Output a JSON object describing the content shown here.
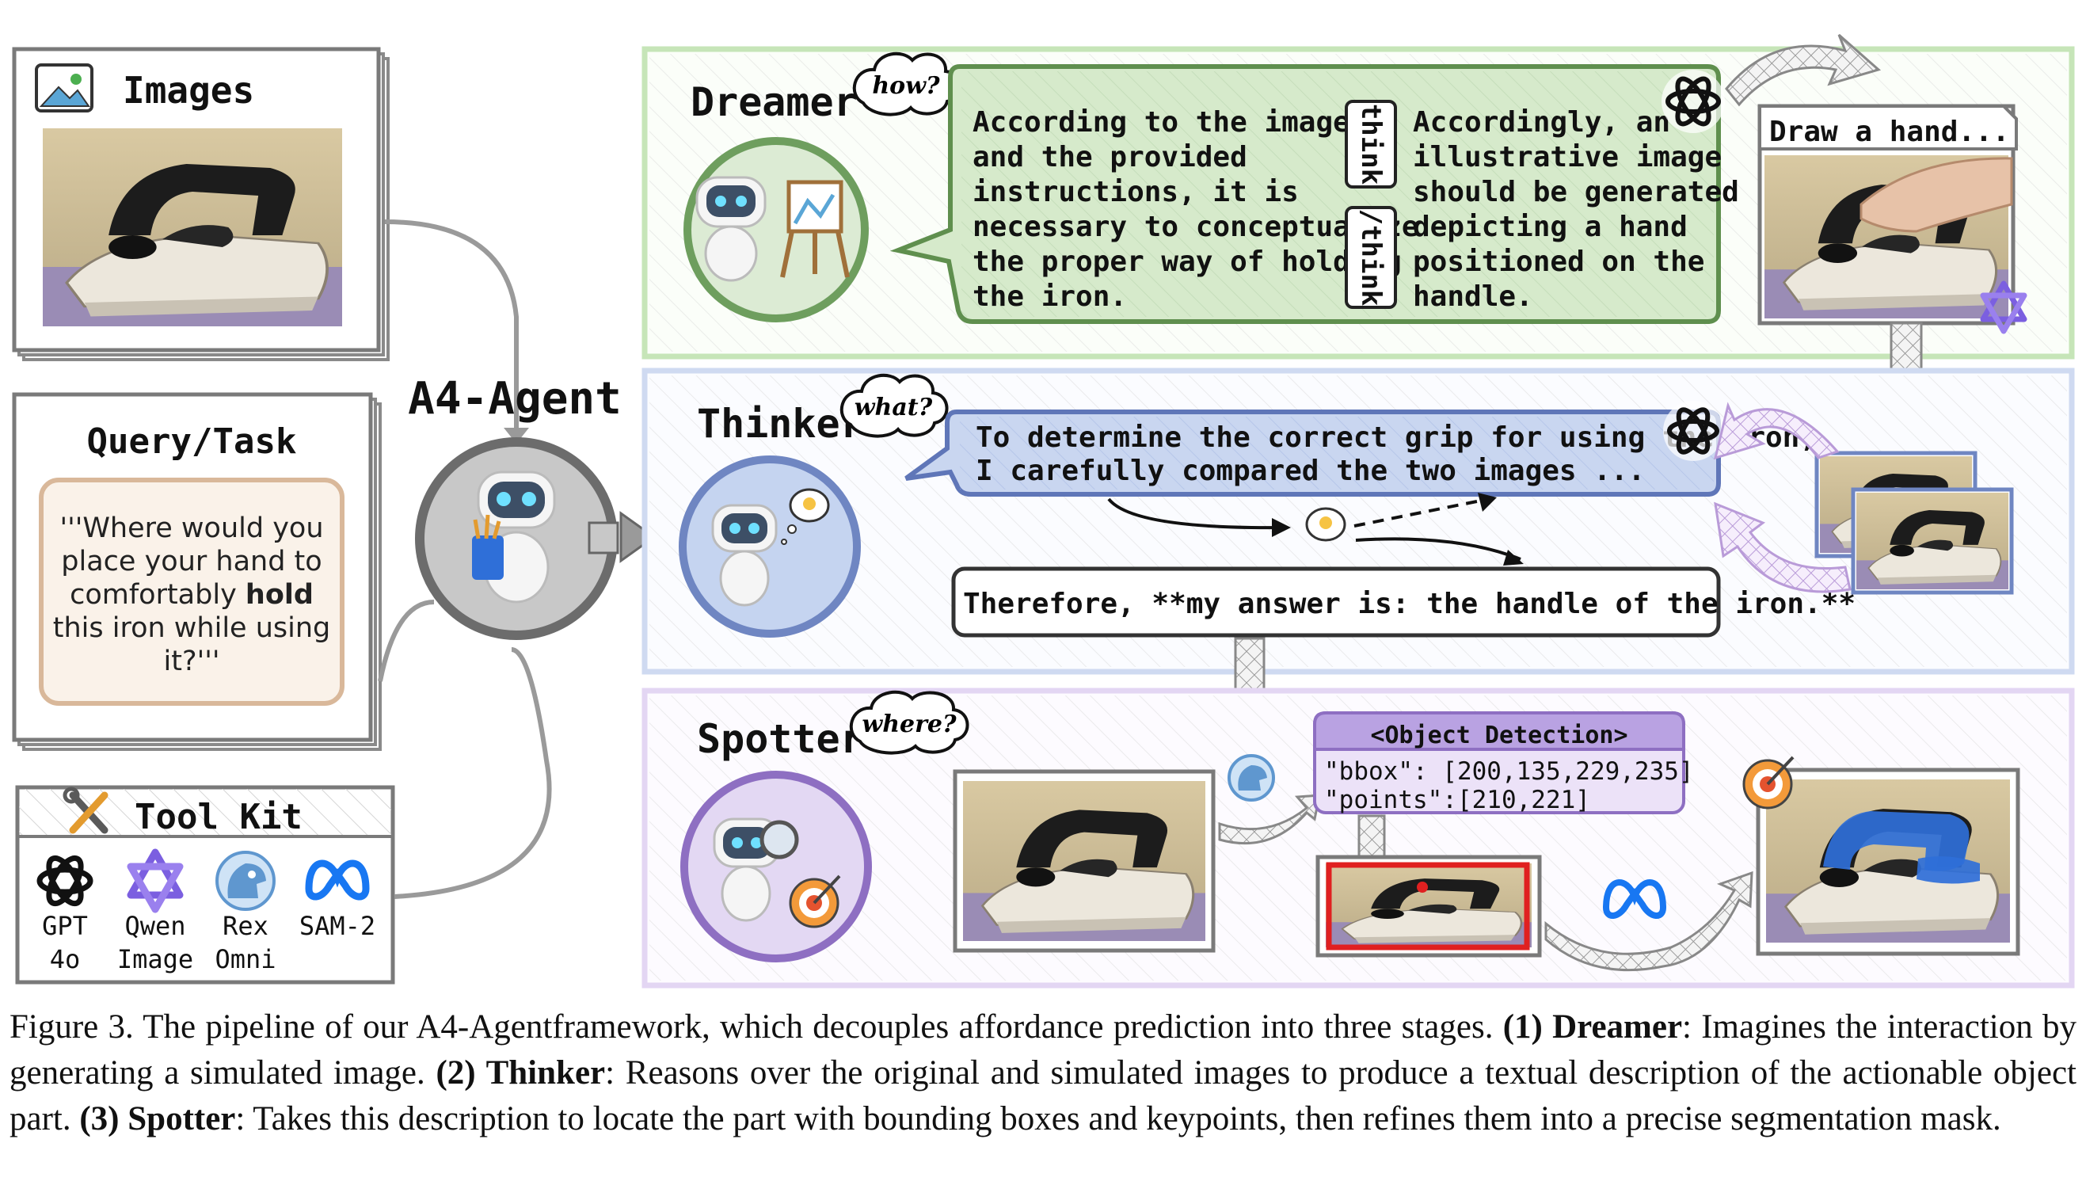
{
  "left_panel": {
    "images_title": "Images",
    "query_title": "Query/Task",
    "query_lines": [
      "'''Where would you",
      "place your hand to",
      "comfortably ",
      "hold",
      " this iron while using",
      "it?'''"
    ],
    "toolkit_title": "Tool Kit",
    "tools": [
      {
        "label1": "GPT",
        "label2": "4o",
        "icon": "openai-icon"
      },
      {
        "label1": "Qwen",
        "label2": "Image",
        "icon": "qwen-icon"
      },
      {
        "label1": "Rex",
        "label2": "Omni",
        "icon": "rex-dino-icon"
      },
      {
        "label1": "SAM-2",
        "label2": "",
        "icon": "meta-icon"
      }
    ]
  },
  "agent_title": "A4-Agent",
  "dreamer": {
    "title": "Dreamer",
    "cloud": "how?",
    "think_left": [
      "According to the image",
      "and the provided",
      "instructions, it is",
      "necessary to conceptualize",
      "the proper way of holding",
      "the iron."
    ],
    "tag_open": "think",
    "tag_close": "/think",
    "think_right": [
      "Accordingly, an",
      "illustrative image",
      "should be generated",
      "depicting a hand",
      "positioned on the",
      "handle."
    ],
    "prompt_label": "Draw a hand..."
  },
  "thinker": {
    "title": "Thinker",
    "cloud": "what?",
    "reasoning_lines": [
      "To determine the correct grip for using the iron,",
      "I carefully compared the two images ..."
    ],
    "answer": "Therefore, **my answer is: the handle of the iron.**"
  },
  "spotter": {
    "title": "Spotter",
    "cloud": "where?",
    "detection_header": "<Object Detection>",
    "bbox_line": "\"bbox\": [200,135,229,235]",
    "points_line": "\"points\":[210,221]"
  },
  "caption": {
    "lead": "Figure 3. The pipeline of our A4-Agentframework, which decouples affordance prediction into three stages. ",
    "s1_bold": "(1) Dreamer",
    "s1_text": ": Imagines the interaction by generating a simulated image. ",
    "s2_bold": "(2) Thinker",
    "s2_text": ": Reasons over the original and simulated images to produce a textual description of the actionable object part. ",
    "s3_bold": "(3) Spotter",
    "s3_text": ": Takes this description to locate the part with bounding boxes and keypoints, then refines them into a precise segmentation mask."
  },
  "colors": {
    "dreamer_green": "#6e9e5e",
    "dreamer_fill": "#d7ead0",
    "thinker_blue": "#6f86c2",
    "thinker_fill": "#c9d6f0",
    "spotter_purple": "#9a7ec8",
    "spotter_fill": "#e3d8f3",
    "query_fill": "#f9efe6",
    "query_border": "#d9b89a",
    "mask_blue": "#2f6fd8",
    "bbox_red": "#e02020"
  }
}
